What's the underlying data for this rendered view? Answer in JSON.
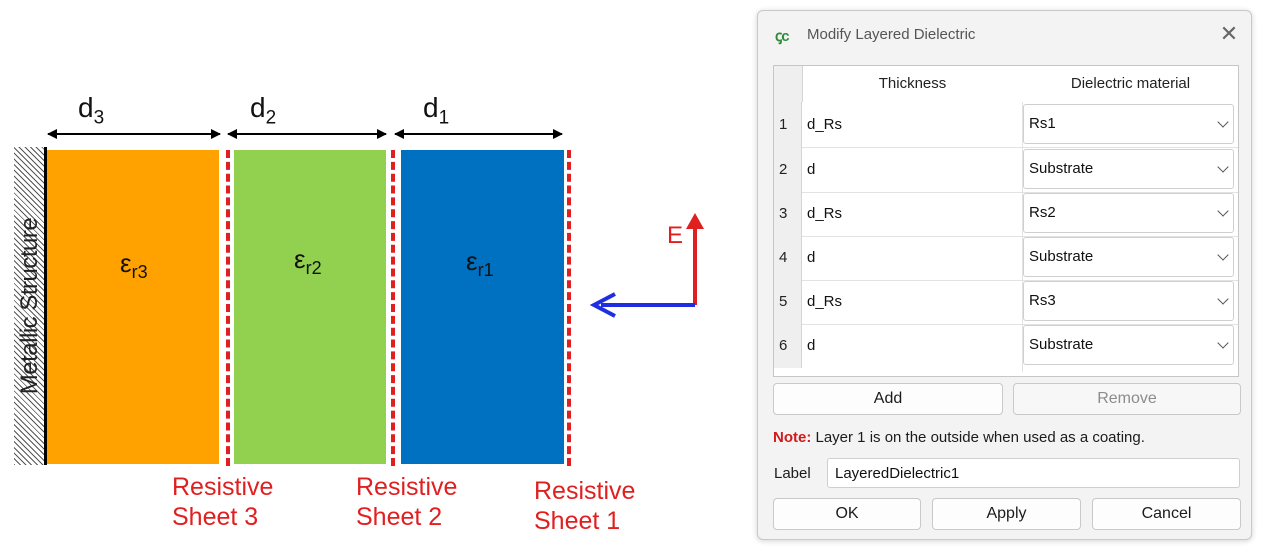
{
  "diagram": {
    "metallic_label": "Metallic Structure",
    "dimensions": [
      {
        "base": "d",
        "sub": "3"
      },
      {
        "base": "d",
        "sub": "2"
      },
      {
        "base": "d",
        "sub": "1"
      }
    ],
    "layers": [
      {
        "base": "ε",
        "sub": "r3",
        "color": "#ffa200"
      },
      {
        "base": "ε",
        "sub": "r2",
        "color": "#92d050"
      },
      {
        "base": "ε",
        "sub": "r1",
        "color": "#0070c0"
      }
    ],
    "sheets": [
      {
        "line1": "Resistive",
        "line2": "Sheet 3"
      },
      {
        "line1": "Resistive",
        "line2": "Sheet 2"
      },
      {
        "line1": "Resistive",
        "line2": "Sheet 1"
      }
    ],
    "e_field_label": "E",
    "colors": {
      "sheet": "#e02020",
      "e_field": "#e02020",
      "propagation": "#1f2ee0"
    }
  },
  "dialog": {
    "title": "Modify Layered Dielectric",
    "app_icon": "ꞔc",
    "close_glyph": "✕",
    "table": {
      "headers": [
        "Thickness",
        "Dielectric material"
      ],
      "rows": [
        {
          "num": "1",
          "thickness": "d_Rs",
          "material": "Rs1"
        },
        {
          "num": "2",
          "thickness": "d",
          "material": "Substrate"
        },
        {
          "num": "3",
          "thickness": "d_Rs",
          "material": "Rs2"
        },
        {
          "num": "4",
          "thickness": "d",
          "material": "Substrate"
        },
        {
          "num": "5",
          "thickness": "d_Rs",
          "material": "Rs3"
        },
        {
          "num": "6",
          "thickness": "d",
          "material": "Substrate"
        }
      ]
    },
    "add_label": "Add",
    "remove_label": "Remove",
    "note_prefix": "Note:",
    "note_text": " Layer 1 is on the outside when used as a coating.",
    "label_caption": "Label",
    "label_value": "LayeredDielectric1",
    "ok_label": "OK",
    "apply_label": "Apply",
    "cancel_label": "Cancel"
  }
}
